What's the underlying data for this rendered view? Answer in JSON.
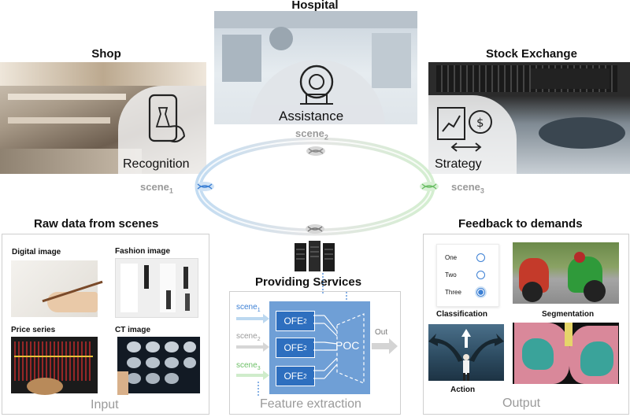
{
  "scenes": {
    "shop": {
      "title": "Shop",
      "overlay": "Recognition"
    },
    "hospital": {
      "title": "Hospital",
      "overlay": "Assistance"
    },
    "stock": {
      "title": "Stock Exchange",
      "overlay": "Strategy"
    }
  },
  "ring": {
    "scene1": {
      "base": "scene",
      "sub": "1"
    },
    "scene2": {
      "base": "scene",
      "sub": "2"
    },
    "scene3": {
      "base": "scene",
      "sub": "3"
    }
  },
  "left_panel": {
    "title": "Raw data from scenes",
    "items": [
      "Digital image",
      "Fashion image",
      "Price series",
      "CT image"
    ],
    "footer": "Input"
  },
  "center_panel": {
    "title": "Providing Services",
    "inputs": [
      {
        "base": "scene",
        "sub": "1"
      },
      {
        "base": "scene",
        "sub": "2"
      },
      {
        "base": "scene",
        "sub": "3"
      }
    ],
    "ofe_label": "OFE",
    "ofe_sup": "2",
    "poc_label": "POC",
    "out_label": "Out",
    "footer": "Feature extraction"
  },
  "right_panel": {
    "title": "Feedback to demands",
    "options": [
      "One",
      "Two",
      "Three"
    ],
    "selected_option": "Three",
    "labels": {
      "classification": "Classification",
      "segmentation": "Segmentation",
      "action": "Action"
    },
    "footer": "Output"
  },
  "colors": {
    "accent_blue": "#2e6fbf",
    "scene1": "#3b7fd4",
    "scene2": "#9a9a9a",
    "scene3": "#8fd18a"
  }
}
